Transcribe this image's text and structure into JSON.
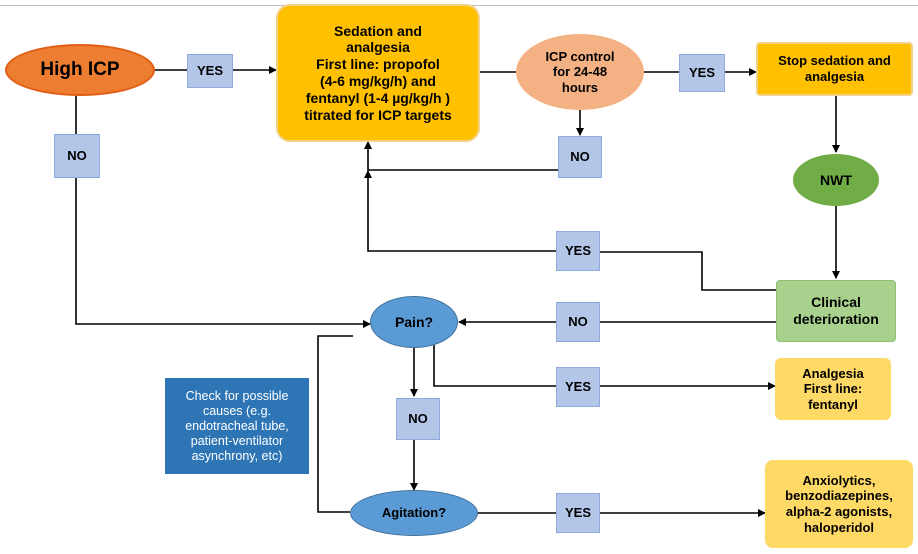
{
  "nodes": {
    "high_icp": "High ICP",
    "sedation": "Sedation and\nanalgesia\nFirst line: propofol\n(4-6 mg/kg/h) and\nfentanyl (1-4 µg/kg/h )\ntitrated for ICP targets",
    "icp_control": "ICP control\nfor 24-48\nhours",
    "stop_sedation": "Stop sedation and\nanalgesia",
    "nwt": "NWT",
    "clinical_deterioration": "Clinical\ndeterioration",
    "pain": "Pain?",
    "analgesia": "Analgesia\nFirst line:\nfentanyl",
    "agitation": "Agitation?",
    "anxiolytics": "Anxiolytics,\nbenzodiazepines,\nalpha-2 agonists,\nhaloperidol",
    "check_causes": "Check for possible\ncauses (e.g.\nendotracheal tube,\npatient-ventilator\nasynchrony, etc)"
  },
  "labels": {
    "yes_1": "YES",
    "no_1": "NO",
    "no_2": "NO",
    "yes_2": "YES",
    "yes_3": "YES",
    "no_3": "NO",
    "yes_4": "YES",
    "no_4": "NO",
    "yes_5": "YES"
  },
  "colors": {
    "high_icp": "#ed7d31",
    "sedation": "#ffc000",
    "icp_control": "#f4b183",
    "nwt": "#70ad47",
    "clinical_deterioration": "#a9d18e",
    "decision_ellipses": "#5b9bd5",
    "check_causes": "#2e75b6",
    "analgesia_box": "#ffd966",
    "yes_no_labels": "#b4c6e7",
    "arrows": "#000000"
  }
}
